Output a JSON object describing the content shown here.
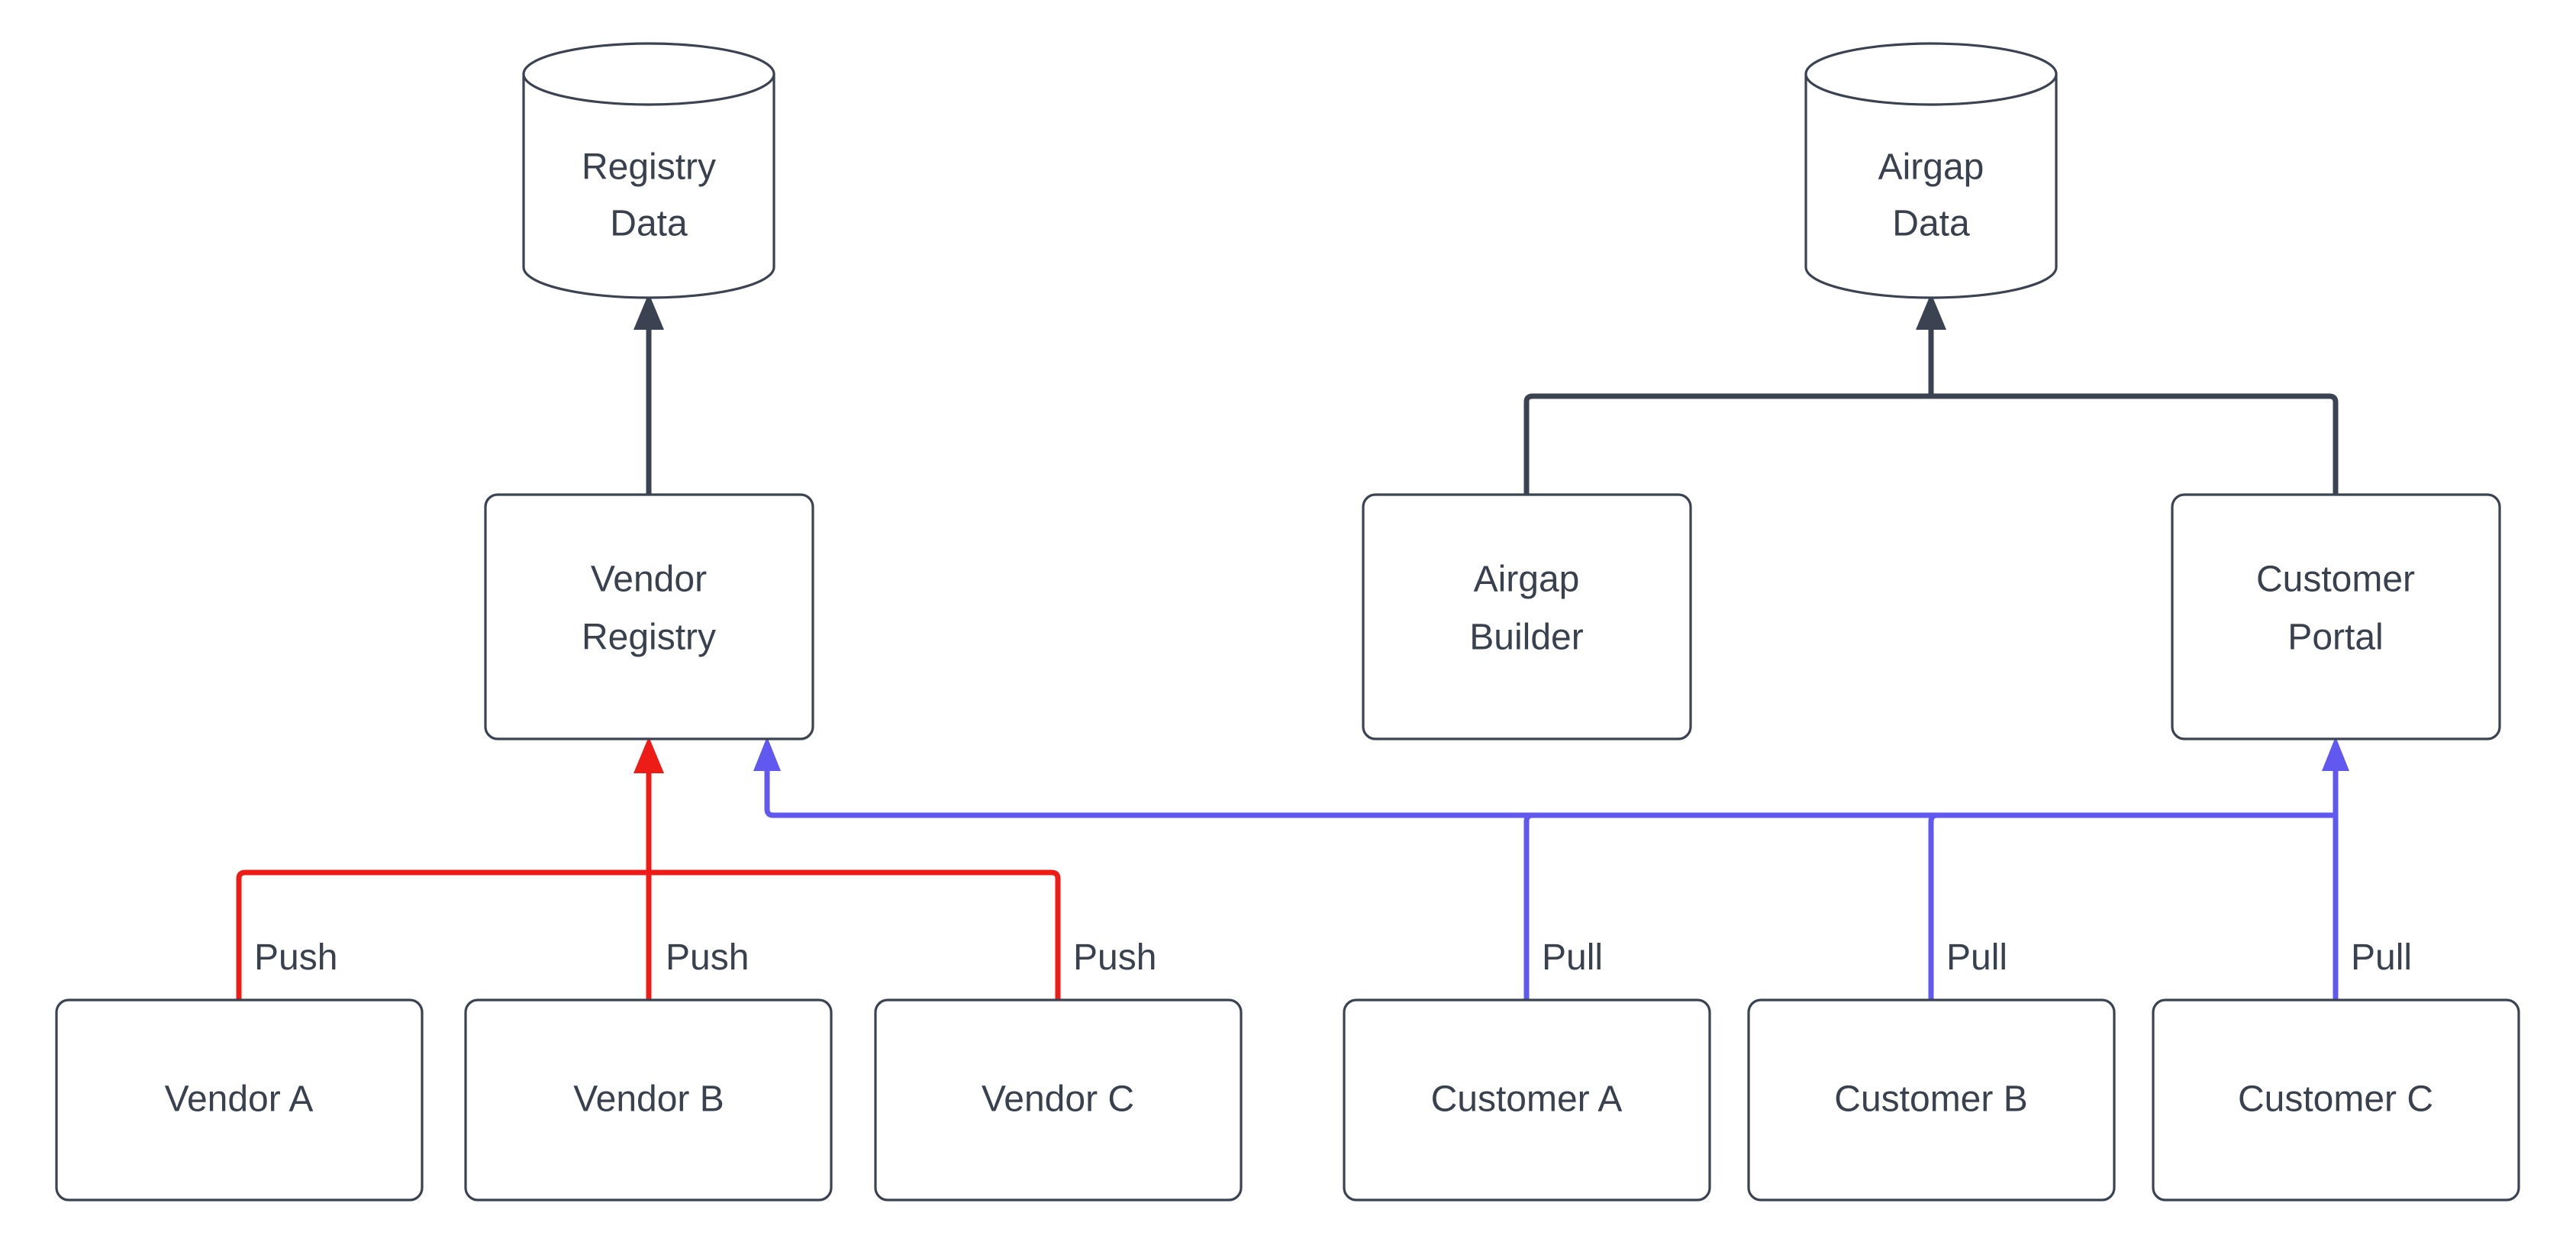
{
  "diagram": {
    "type": "architecture-flow-diagram",
    "background_color": "#ffffff",
    "stroke_color": "#3b4352",
    "text_color": "#39404e",
    "colors": {
      "node_stroke": "#3b4352",
      "node_fill": "#ffffff",
      "text": "#39404e",
      "push_flow": "#ed1c16",
      "pull_flow": "#6158f0",
      "store_flow": "#3b4352"
    },
    "datastores": [
      {
        "id": "registry-data",
        "line1": "Registry",
        "line2": "Data"
      },
      {
        "id": "airgap-data",
        "line1": "Airgap",
        "line2": "Data"
      }
    ],
    "services": [
      {
        "id": "vendor-registry",
        "line1": "Vendor",
        "line2": "Registry"
      },
      {
        "id": "airgap-builder",
        "line1": "Airgap",
        "line2": "Builder"
      },
      {
        "id": "customer-portal",
        "line1": "Customer",
        "line2": "Portal"
      }
    ],
    "actors": [
      {
        "id": "vendor-a",
        "label": "Vendor A",
        "action": "Push"
      },
      {
        "id": "vendor-b",
        "label": "Vendor B",
        "action": "Push"
      },
      {
        "id": "vendor-c",
        "label": "Vendor C",
        "action": "Push"
      },
      {
        "id": "customer-a",
        "label": "Customer A",
        "action": "Pull"
      },
      {
        "id": "customer-b",
        "label": "Customer B",
        "action": "Pull"
      },
      {
        "id": "customer-c",
        "label": "Customer C",
        "action": "Pull"
      }
    ],
    "edge_labels": [
      {
        "id": "push-a",
        "text": "Push"
      },
      {
        "id": "push-b",
        "text": "Push"
      },
      {
        "id": "push-c",
        "text": "Push"
      },
      {
        "id": "pull-a",
        "text": "Pull"
      },
      {
        "id": "pull-b",
        "text": "Pull"
      },
      {
        "id": "pull-c",
        "text": "Pull"
      }
    ]
  }
}
